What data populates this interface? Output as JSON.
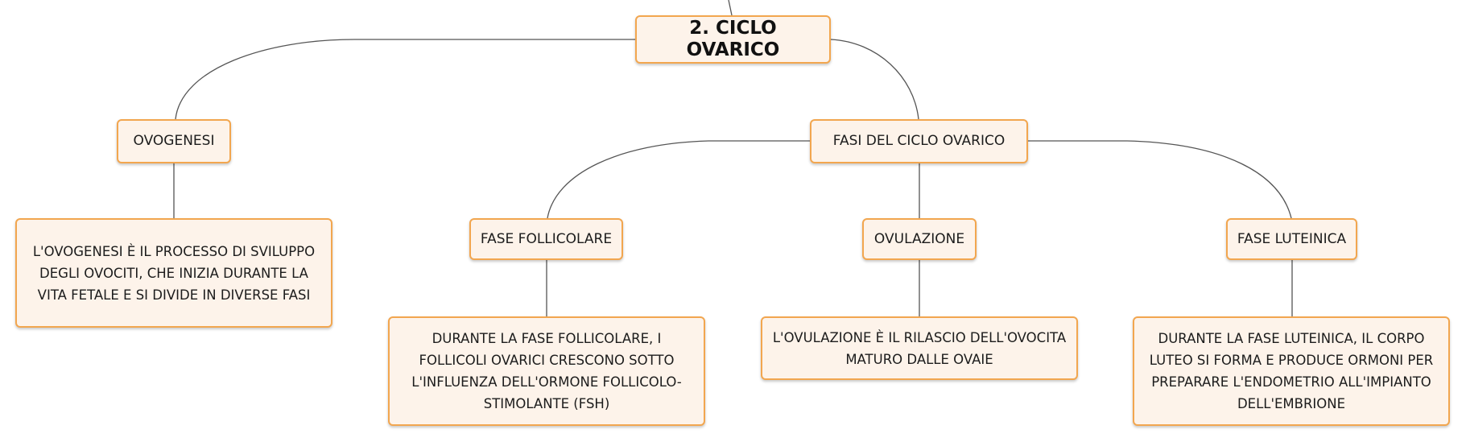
{
  "diagram": {
    "root": {
      "label": "2. CICLO OVARICO"
    },
    "branches": {
      "ovogenesi": {
        "label": "OVOGENESI",
        "description": "L'OVOGENESI È IL PROCESSO DI SVILUPPO DEGLI OVOCITI, CHE INIZIA DURANTE LA VITA FETALE E SI DIVIDE IN DIVERSE FASI"
      },
      "fasi": {
        "label": "FASI DEL CICLO OVARICO",
        "follicolare": {
          "label": "FASE FOLLICOLARE",
          "description": "DURANTE LA FASE FOLLICOLARE, I FOLLICOLI OVARICI CRESCONO SOTTO L'INFLUENZA DELL'ORMONE FOLLICOLO-STIMOLANTE (FSH)"
        },
        "ovulazione": {
          "label": "OVULAZIONE",
          "description": "L'OVULAZIONE È IL RILASCIO DELL'OVOCITA MATURO DALLE OVAIE"
        },
        "luteinica": {
          "label": "FASE LUTEINICA",
          "description": "DURANTE LA FASE LUTEINICA, IL CORPO LUTEO SI FORMA E PRODUCE ORMONI PER PREPARARE L'ENDOMETRIO ALL'IMPIANTO DELL'EMBRIONE"
        }
      }
    }
  },
  "colors": {
    "node_border": "#f2a64f",
    "node_fill": "#fdf3ea",
    "connector": "#555555"
  }
}
